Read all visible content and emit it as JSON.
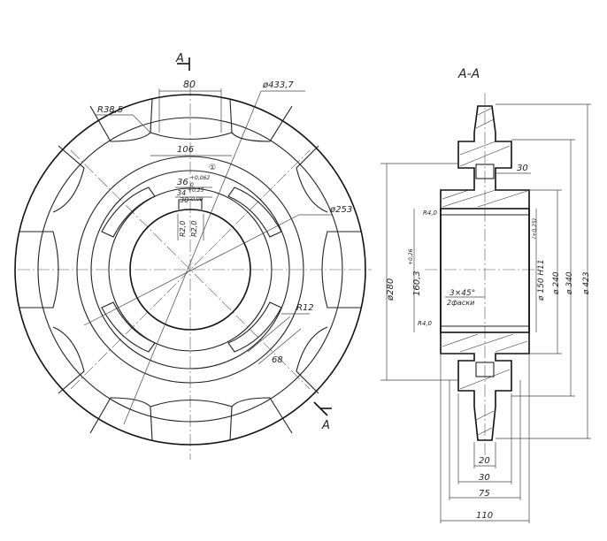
{
  "views": {
    "front": {
      "section_mark_top": "A",
      "section_mark_bottom": "A",
      "dims": {
        "width_80": "80",
        "dia_433": "ø433,7",
        "r38": "R38,5",
        "width_106": "106",
        "keyway_top": "36",
        "keyway_top_tol": "+0,062",
        "keyway_top_tol2": "0",
        "keyway_label_circ": "①",
        "keyway_mid": "34",
        "keyway_mid_tol": "+0,25",
        "keyway_mid2": "30",
        "keyway_mid2_tol": "-0,09",
        "r_small_1": "R2,0",
        "r_small_2": "R2,0",
        "dia_253": "ø253",
        "r12": "R12",
        "dim_68": "68"
      }
    },
    "section": {
      "title": "A-A",
      "dims": {
        "d30_top": "30",
        "r4_top": "R4,0",
        "r4_bot": "R4,0",
        "d280": "ø280",
        "d160": "160,3",
        "d160_tol": "+0,26",
        "chamfer": "3×45°",
        "chamfer_note": "2фаски",
        "d150": "ø 150 H11",
        "d150_tol": "(+0,25)",
        "d240": "ø 240",
        "d340": "ø 340",
        "d423": "ø 423",
        "w20": "20",
        "w30": "30",
        "w75": "75",
        "w110": "110"
      }
    }
  }
}
